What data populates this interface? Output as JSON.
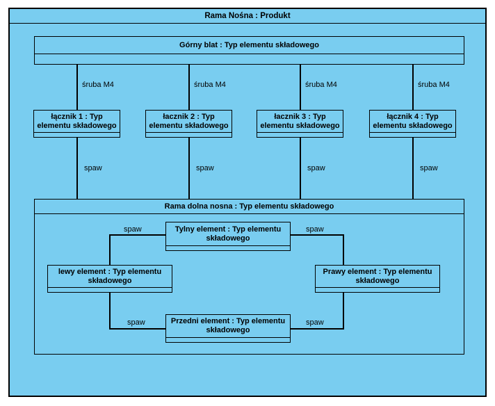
{
  "colors": {
    "fill": "#79cdf0",
    "line": "#000000",
    "text": "#000000",
    "page_bg": "#ffffff"
  },
  "root": {
    "title": "Rama Nośna : Produkt"
  },
  "gorny_blat": {
    "title": "Górny blat : Typ elementu składowego"
  },
  "laczniki": [
    {
      "title": "łącznik 1 : Typ elementu składowego"
    },
    {
      "title": "łacznik 2 : Typ elementu składowego"
    },
    {
      "title": "łacznik 3 : Typ elementu składowego"
    },
    {
      "title": "łącznik 4 : Typ elementu składowego"
    }
  ],
  "rama_dolna": {
    "title": "Rama dolna nosna : Typ elementu składowego"
  },
  "elements": {
    "tylny": {
      "title": "Tylny element : Typ elementu składowego"
    },
    "lewy": {
      "title": "lewy element : Typ elementu składowego"
    },
    "prawy": {
      "title": "Prawy element : Typ elementu składowego"
    },
    "przedni": {
      "title": "Przedni element : Typ elementu składowego"
    }
  },
  "connector_labels": {
    "sruba": "śruba M4",
    "spaw": "spaw"
  }
}
